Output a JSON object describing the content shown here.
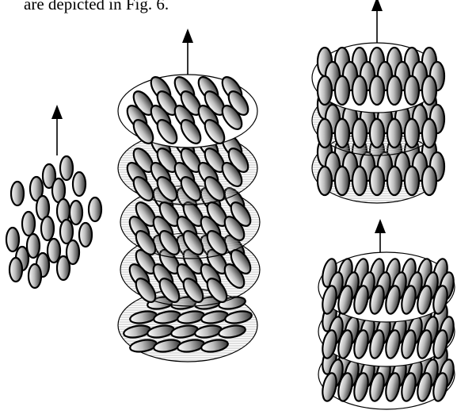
{
  "caption": "are depicted in Fig. 6.",
  "colors": {
    "stroke": "#000000",
    "grad_light": "#ffffff",
    "grad_mid": "#b8b8b8",
    "grad_dark": "#3a3a3a",
    "layer_fill": "#ffffff"
  },
  "groups": [
    {
      "id": "isotropic",
      "description_icon": "loose-rods"
    },
    {
      "id": "tilted-layer-stack",
      "layers": 5
    },
    {
      "id": "upright-layer-stack",
      "layers": 3
    },
    {
      "id": "columnar-stack",
      "layers": 3
    }
  ]
}
